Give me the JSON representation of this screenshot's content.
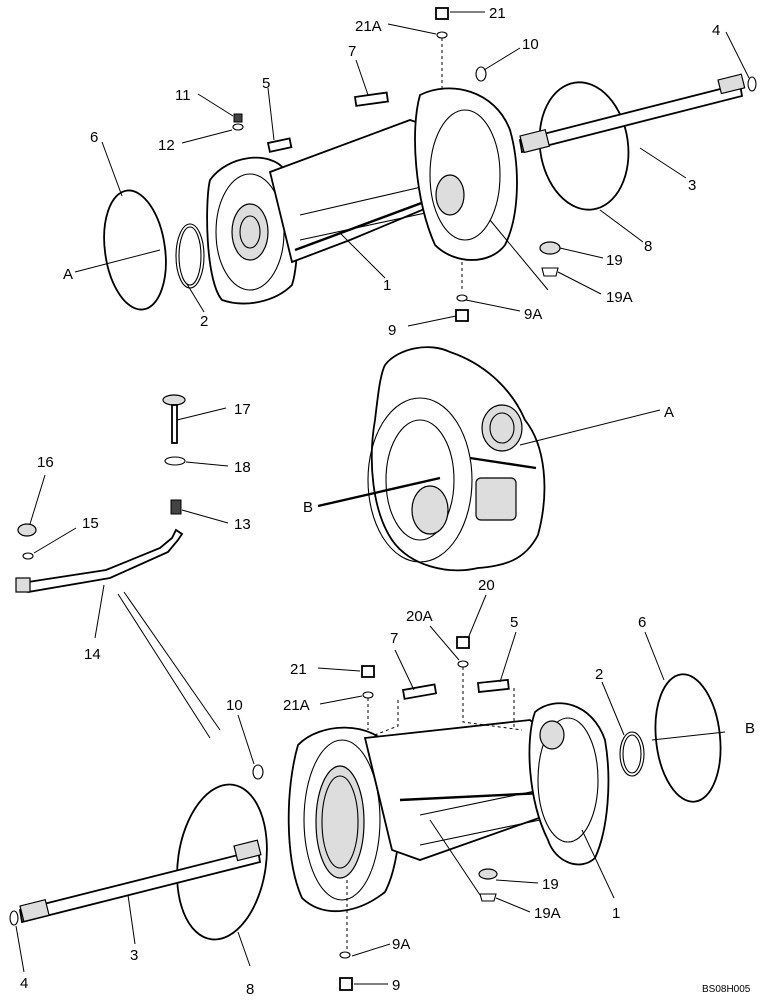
{
  "drawing_code": "BS08H005",
  "callouts": {
    "top": {
      "c21": "21",
      "c21a": "21A",
      "c10": "10",
      "c4": "4",
      "c7": "7",
      "c11": "11",
      "c5": "5",
      "c12": "12",
      "c6": "6",
      "c3": "3",
      "c8": "8",
      "c19": "19",
      "c19a": "19A",
      "cA": "A",
      "c1": "1",
      "c2": "2",
      "c9a": "9A",
      "c9": "9"
    },
    "middle": {
      "c17": "17",
      "cA": "A",
      "c18": "18",
      "c16": "16",
      "c15": "15",
      "c13": "13",
      "cB": "B",
      "c14": "14"
    },
    "bottom": {
      "c20": "20",
      "c20a": "20A",
      "c7": "7",
      "c5": "5",
      "c6": "6",
      "c21": "21",
      "c2": "2",
      "c21a": "21A",
      "cB": "B",
      "c10": "10",
      "c19": "19",
      "c19a": "19A",
      "c1": "1",
      "c9a": "9A",
      "c9": "9",
      "c3": "3",
      "c4": "4",
      "c8": "8"
    }
  }
}
